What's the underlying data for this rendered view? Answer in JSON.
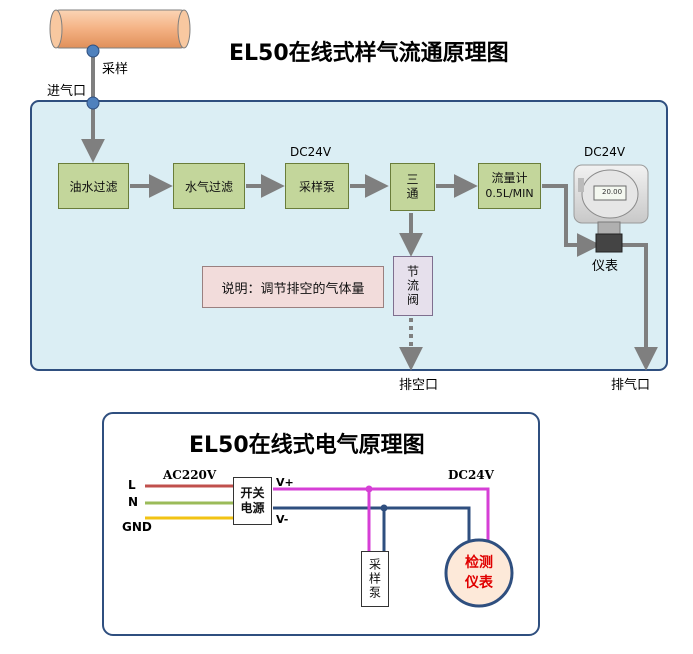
{
  "flow": {
    "title": "EL50在线式样气流通原理图",
    "pipe_label": "",
    "sample_label": "采样",
    "inlet_label": "进气口",
    "boxes": {
      "oil_filter": "油水过滤",
      "water_filter": "水气过滤",
      "pump": "采样泵",
      "tee": "三通",
      "flowmeter_line1": "流量计",
      "flowmeter_line2": "0.5L/MIN",
      "valve": "节流阀"
    },
    "pump_voltage": "DC24V",
    "instrument_voltage": "DC24V",
    "instrument_label": "仪表",
    "instrument_display": "20.00",
    "note": "说明：调节排空的气体量",
    "vent_label": "排空口",
    "exhaust_label": "排气口"
  },
  "electrical": {
    "title": "EL50在线式电气原理图",
    "ac_label": "AC220V",
    "dc_label": "DC24V",
    "L": "L",
    "N": "N",
    "GND": "GND",
    "psu_label": "开关电源",
    "v_plus": "V+",
    "v_minus": "V-",
    "pump_label": "采样泵",
    "instrument_label_line1": "检测",
    "instrument_label_line2": "仪表"
  },
  "colors": {
    "panel_fill": "#dbeef4",
    "panel_border": "#2f4f7f",
    "box_fill": "#c3d69b",
    "note_fill": "#f2dcdb",
    "valve_fill": "#e6e0ec",
    "pipe_fill": "#f4b183",
    "arrow": "#7f7f7f",
    "wire_L": "#c0504d",
    "wire_N": "#9bbb59",
    "wire_GND": "#f2c314",
    "wire_plus": "#d63fd6",
    "wire_minus": "#2f4f7f",
    "instrument_fill": "#fde9d9",
    "instrument_text": "#e00000"
  }
}
